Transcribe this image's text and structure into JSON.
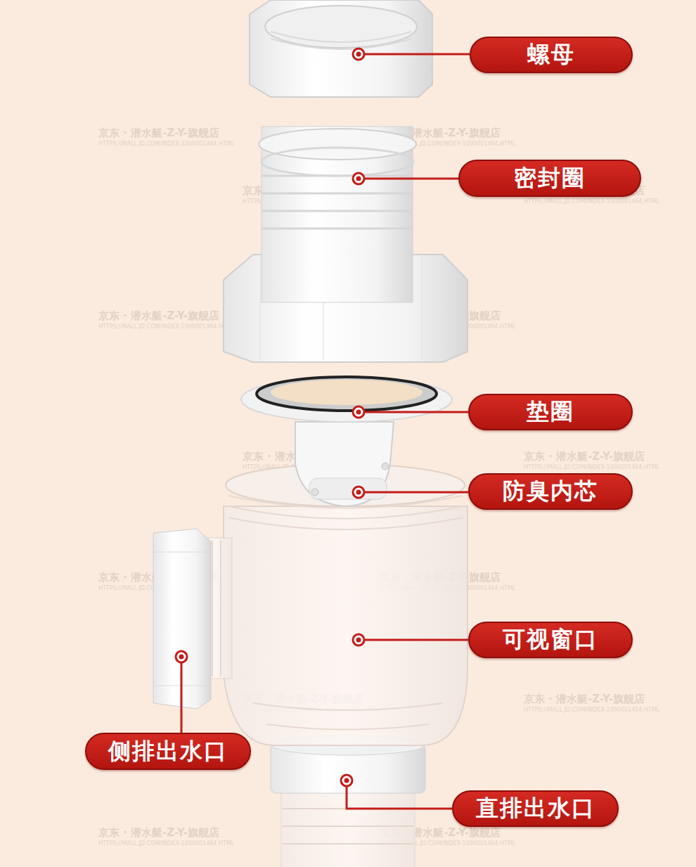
{
  "diagram": {
    "nodes": [
      {
        "text": [
          "螺母"
        ]
      },
      {
        "text": [
          "密封圈"
        ]
      },
      {
        "text": [
          "垫圈"
        ]
      },
      {
        "text": [
          "防臭内芯"
        ]
      },
      {
        "text": [
          "可视窗口"
        ]
      },
      {
        "text": [
          "侧排出水口"
        ]
      },
      {
        "text": [
          "直排出水口"
        ]
      }
    ],
    "labels": [
      "京东 · 潜水艇-Z-Y-旗舰店",
      "HTTPS://MALL.JD.COM/INDEX-1000001464.HTML",
      "京东 · 潜水艇-Z-Y-旗舰店",
      "HTTPS://MALL.JD.COM/INDEX-1000001464.HTML",
      "京东 · 潜水艇-Z-Y-旗舰店",
      "HTTPS://MALL.JD.COM/INDEX-1000001464.HTML",
      "京东 · 潜水艇-Z-Y-旗舰店",
      "HTTPS://MALL.JD.COM/INDEX-1000001464.HTML",
      "京东 · 潜水艇-Z-Y-旗舰店",
      "HTTPS://MALL.JD.COM/INDEX-1000001464.HTML",
      "京东 · 潜水艇-Z-Y-旗舰店",
      "HTTPS://MALL.JD.COM/INDEX-1000001464.HTML",
      "京东 · 潜水艇-Z-Y-旗舰店",
      "HTTPS://MALL.JD.COM/INDEX-1000001464.HTML",
      "京东 · 潜水艇-Z-Y-旗舰店",
      "HTTPS://MALL.JD.COM/INDEX-1000001464.HTML",
      "京东 · 潜水艇-Z-Y-旗舰店",
      "HTTPS://MALL.JD.COM/INDEX-1000001464.HTML",
      "京东 · 潜水艇-Z-Y-旗舰店",
      "HTTPS://MALL.JD.COM/INDEX-1000001464.HTML",
      "京东 · 潜水艇-Z-Y-旗舰店",
      "HTTPS://MALL.JD.COM/INDEX-1000001464.HTML",
      "京东 · 潜水艇-Z-Y-旗舰店",
      "HTTPS://MALL.JD.COM/INDEX-1000001464.HTML",
      "京东 · 潜水艇-Z-Y-旗舰店",
      "HTTPS://MALL.JD.COM/INDEX-1000001464.HTML",
      "京东 · 潜水艇-Z-Y-旗舰店",
      "HTTPS://MALL.JD.COM/INDEX-1000001464.HTML"
    ]
  }
}
